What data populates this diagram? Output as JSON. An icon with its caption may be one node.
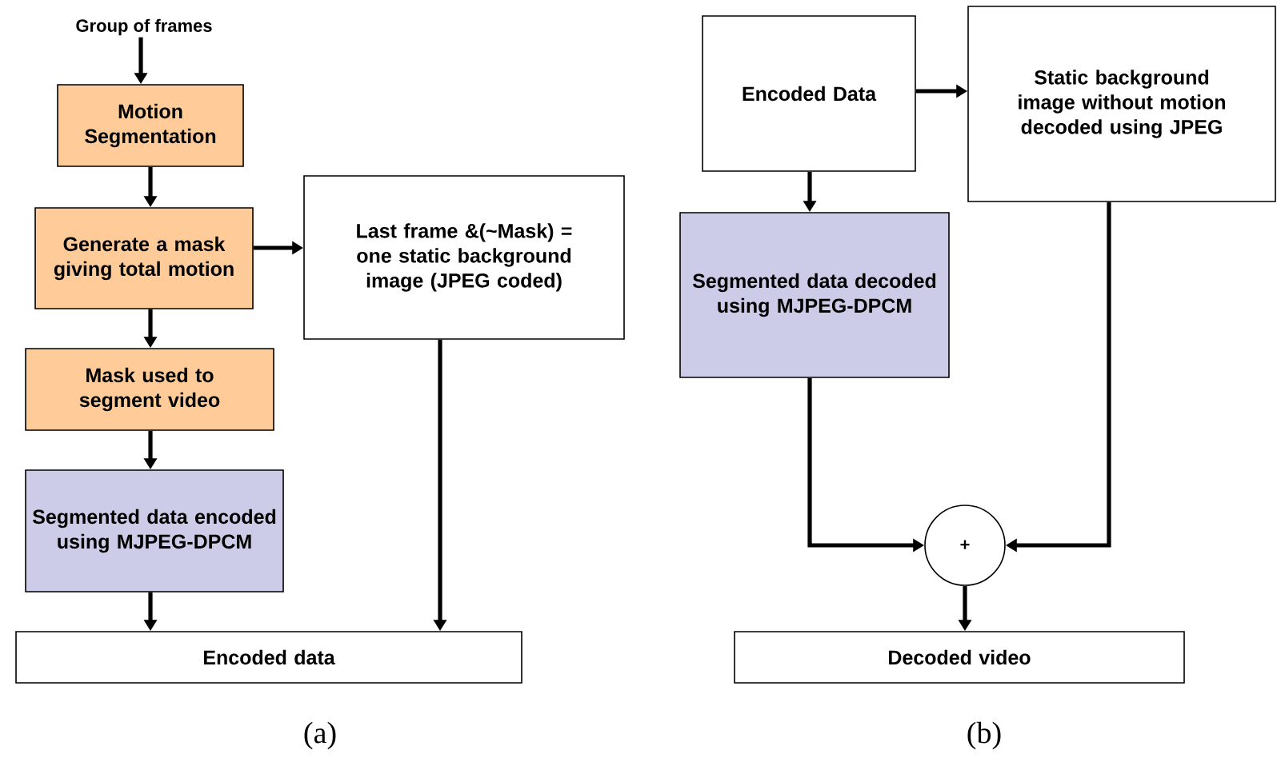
{
  "diagram": {
    "nodes": [
      {
        "text": [
          "Group of frames"
        ]
      },
      {
        "text": [
          "Motion Segmentation"
        ]
      },
      {
        "text": [
          "Generate a mask giving total motion"
        ]
      },
      {
        "text": [
          "Last frame &(~Mask) = one static background image (JPEG coded)"
        ]
      },
      {
        "text": [
          "Mask used to segment video"
        ]
      },
      {
        "text": [
          "Segmented data encoded using MJPEG-DPCM"
        ]
      },
      {
        "text": [
          "Encoded data"
        ]
      },
      {
        "text": [
          "Encoded Data"
        ]
      },
      {
        "text": [
          "Static background image without motion decoded using JPEG"
        ]
      },
      {
        "text": [
          "Segmented data decoded using MJPEG-DPCM"
        ]
      },
      {
        "text": [
          "+"
        ]
      },
      {
        "text": [
          "Decoded video"
        ]
      }
    ],
    "edges": [
      {
        "from": 0,
        "to": 1,
        "arrow": "to"
      },
      {
        "from": 1,
        "to": 2,
        "arrow": "to"
      },
      {
        "from": 2,
        "to": 3,
        "arrow": "to"
      },
      {
        "from": 2,
        "to": 4,
        "arrow": "to"
      },
      {
        "from": 4,
        "to": 5,
        "arrow": "to"
      },
      {
        "from": 5,
        "to": 6,
        "arrow": "to"
      },
      {
        "from": 3,
        "to": 6,
        "arrow": "to"
      },
      {
        "from": 7,
        "to": 8,
        "arrow": "to"
      },
      {
        "from": 7,
        "to": 9,
        "arrow": "to"
      },
      {
        "from": 9,
        "to": 10,
        "arrow": "to"
      },
      {
        "from": 8,
        "to": 10,
        "arrow": "to"
      },
      {
        "from": 10,
        "to": 11,
        "arrow": "to"
      }
    ],
    "labels": [
      "(a)",
      "(b)"
    ]
  }
}
